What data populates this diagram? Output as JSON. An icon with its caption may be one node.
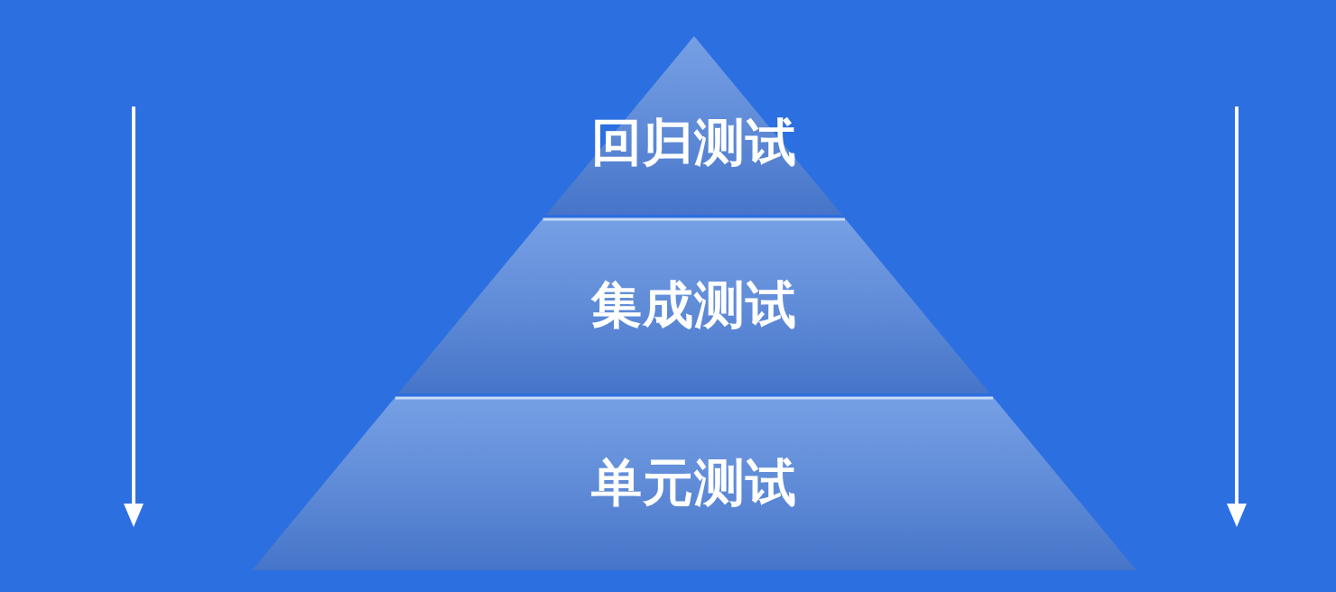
{
  "diagram": {
    "nodes": [
      {
        "text": [
          "回归测试"
        ]
      },
      {
        "text": [
          "集成测试"
        ]
      },
      {
        "text": [
          "单元测试"
        ]
      }
    ]
  }
}
